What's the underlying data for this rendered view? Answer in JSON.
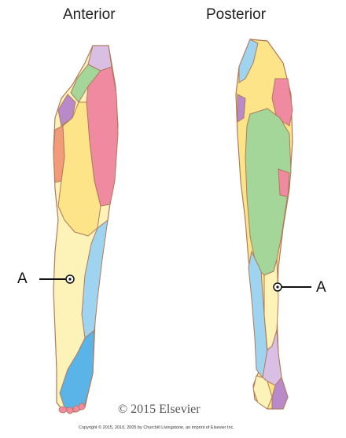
{
  "titles": {
    "anterior": "Anterior",
    "posterior": "Posterior"
  },
  "markers": {
    "left_label": "A",
    "right_label": "A"
  },
  "watermark": "© 2015 Elsevier",
  "copyright": "Copyright © 2015, 2010, 2005 by Churchill Livingstone, an imprint of Elsevier Inc.",
  "colors": {
    "outline": "#b07a5a",
    "yellow": "#fde488",
    "pale_yellow": "#fdf3b8",
    "pink": "#ef8aa0",
    "green": "#a4d69a",
    "lavender": "#d9bfe3",
    "purple": "#b88ac9",
    "orange": "#f39a7a",
    "light_blue": "#9fd4f1",
    "blue": "#5ab4e8"
  }
}
